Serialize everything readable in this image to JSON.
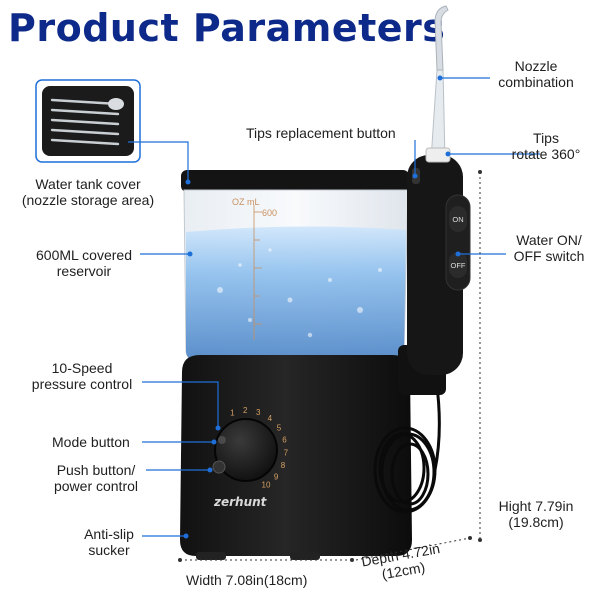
{
  "title": "Product Parameters",
  "brand": "zerhunt",
  "colors": {
    "title": "#0d2a8a",
    "callout_line": "#1e6fd9",
    "body": "#111111",
    "water": "#7fb3e8"
  },
  "callouts": {
    "nozzle": {
      "line1": "Nozzle",
      "line2": "combination"
    },
    "tips_replacement": {
      "line1": "Tips replacement button"
    },
    "tips_rotate": {
      "line1": "Tips",
      "line2": "rotate 360°"
    },
    "water_tank": {
      "line1": "Water tank cover",
      "line2": "(nozzle storage area)"
    },
    "reservoir": {
      "line1": "600ML covered",
      "line2": "reservoir"
    },
    "water_switch": {
      "line1": "Water ON/",
      "line2": "OFF switch"
    },
    "speed": {
      "line1": "10-Speed",
      "line2": "pressure control"
    },
    "mode": {
      "line1": "Mode button"
    },
    "push": {
      "line1": "Push button/",
      "line2": "power control"
    },
    "antislip": {
      "line1": "Anti-slip",
      "line2": "sucker"
    }
  },
  "dimensions": {
    "height": {
      "line1": "Hight 7.79in",
      "line2": "(19.8cm)"
    },
    "width": {
      "line1": "Width 7.08in(18cm)"
    },
    "depth": {
      "line1": "Depth 4.72in",
      "line2": "(12cm)"
    }
  },
  "handle": {
    "on_label": "ON",
    "off_label": "OFF"
  },
  "tank_markings": {
    "units": "OZ mL",
    "max": "600"
  },
  "dial_numbers": [
    "1",
    "2",
    "3",
    "4",
    "5",
    "6",
    "7",
    "8",
    "9",
    "10"
  ]
}
